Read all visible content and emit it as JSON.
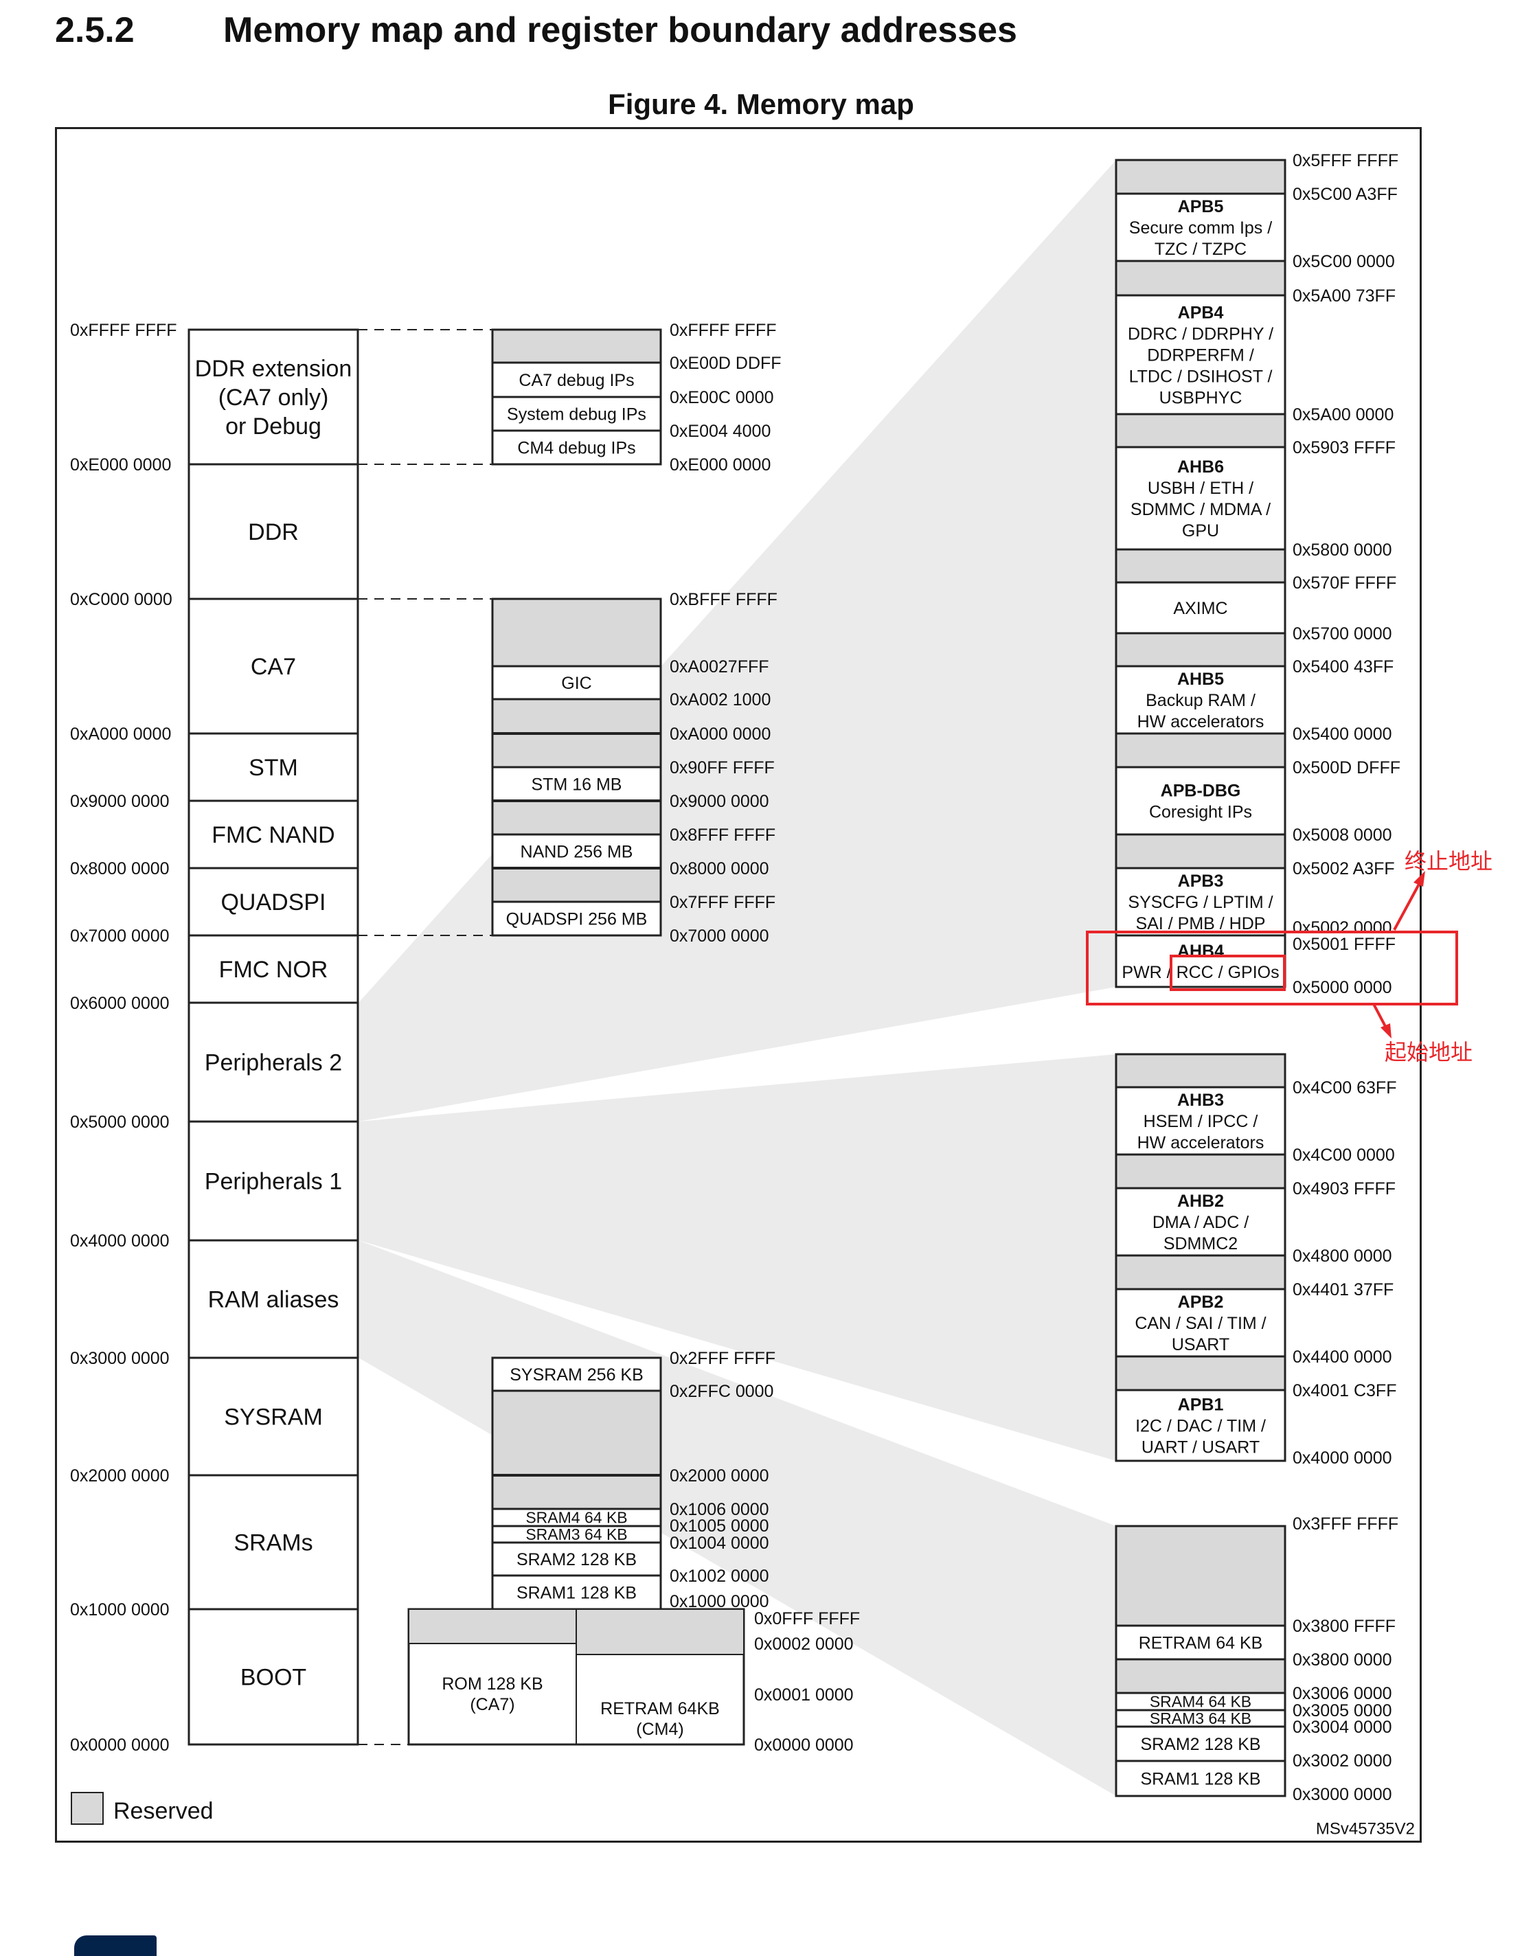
{
  "header": {
    "section_number": "2.5.2",
    "title": "Memory map and register boundary addresses"
  },
  "figure": {
    "caption": "Figure 4. Memory map",
    "ref": "MSv45735V2"
  },
  "legend": {
    "reserved_label": "Reserved"
  },
  "main_map": {
    "regions": [
      {
        "label": "DDR extension\n(CA7 only)\nor Debug"
      },
      {
        "label": "DDR"
      },
      {
        "label": "CA7"
      },
      {
        "label": "STM"
      },
      {
        "label": "FMC NAND"
      },
      {
        "label": "QUADSPI"
      },
      {
        "label": "FMC NOR"
      },
      {
        "label": "Peripherals 2"
      },
      {
        "label": "Peripherals 1"
      },
      {
        "label": "RAM aliases"
      },
      {
        "label": "SYSRAM"
      },
      {
        "label": "SRAMs"
      },
      {
        "label": "BOOT"
      }
    ],
    "addresses": [
      "0xFFFF FFFF",
      "0xE000 0000",
      "0xC000 0000",
      "0xA000 0000",
      "0x9000 0000",
      "0x8000 0000",
      "0x7000 0000",
      "0x6000 0000",
      "0x5000 0000",
      "0x4000 0000",
      "0x3000 0000",
      "0x2000 0000",
      "0x1000 0000",
      "0x0000 0000"
    ]
  },
  "debug_zoom": {
    "blocks": [
      "CA7 debug IPs",
      "System debug IPs",
      "CM4 debug IPs"
    ],
    "addresses": [
      "0xFFFF FFFF",
      "0xE00D DDFF",
      "0xE00C 0000",
      "0xE004 4000",
      "0xE000 0000"
    ]
  },
  "ca7_zoom": {
    "blocks": [
      "GIC",
      "STM 16 MB",
      "NAND 256 MB",
      "QUADSPI 256 MB"
    ],
    "addresses": [
      "0xBFFF FFFF",
      "0xA0027FFF",
      "0xA002 1000",
      "0xA000 0000",
      "0x90FF FFFF",
      "0x9000 0000",
      "0x8FFF FFFF",
      "0x8000 0000",
      "0x7FFF FFFF",
      "0x7000 0000"
    ]
  },
  "sram_zoom": {
    "blocks": [
      "SYSRAM 256 KB",
      "SRAM4 64 KB",
      "SRAM3 64 KB",
      "SRAM2 128 KB",
      "SRAM1 128 KB"
    ],
    "addresses": [
      "0x2FFF FFFF",
      "0x2FFC 0000",
      "0x2000 0000",
      "0x1006 0000",
      "0x1005 0000",
      "0x1004 0000",
      "0x1002 0000",
      "0x1000 0000"
    ]
  },
  "boot_zoom": {
    "blocks": [
      "ROM 128 KB\n(CA7)",
      "RETRAM 64KB\n(CM4)"
    ],
    "addresses": [
      "0x0FFF FFFF",
      "0x0002 0000",
      "0x0001 0000",
      "0x0000 0000"
    ]
  },
  "periph2_zoom": {
    "blocks": [
      {
        "title": "APB5",
        "text": "Secure comm Ips /\nTZC / TZPC"
      },
      {
        "title": "APB4",
        "text": "DDRC / DDRPHY /\nDDRPERFM /\nLTDC / DSIHOST /\nUSBPHYC"
      },
      {
        "title": "AHB6",
        "text": "USBH / ETH /\nSDMMC / MDMA /\nGPU"
      },
      {
        "title": "",
        "text": "AXIMC"
      },
      {
        "title": "AHB5",
        "text": "Backup RAM /\nHW accelerators"
      },
      {
        "title": "APB-DBG",
        "text": "Coresight IPs"
      },
      {
        "title": "APB3",
        "text": "SYSCFG / LPTIM /\nSAI / PMB / HDP"
      },
      {
        "title": "AHB4",
        "text": "PWR / RCC / GPIOs"
      }
    ],
    "addresses": [
      "0x5FFF FFFF",
      "0x5C00 A3FF",
      "0x5C00 0000",
      "0x5A00 73FF",
      "0x5A00 0000",
      "0x5903 FFFF",
      "0x5800 0000",
      "0x570F FFFF",
      "0x5700 0000",
      "0x5400 43FF",
      "0x5400 0000",
      "0x500D DFFF",
      "0x5008 0000",
      "0x5002 A3FF",
      "0x5002 0000",
      "0x5001 FFFF",
      "0x5000 0000"
    ]
  },
  "periph1_zoom": {
    "blocks": [
      {
        "title": "AHB3",
        "text": "HSEM / IPCC /\nHW accelerators"
      },
      {
        "title": "AHB2",
        "text": "DMA / ADC /\nSDMMC2"
      },
      {
        "title": "APB2",
        "text": "CAN / SAI / TIM /\nUSART"
      },
      {
        "title": "APB1",
        "text": "I2C / DAC / TIM /\nUART / USART"
      }
    ],
    "addresses": [
      "0x4C00 63FF",
      "0x4C00 0000",
      "0x4903 FFFF",
      "0x4800 0000",
      "0x4401 37FF",
      "0x4400 0000",
      "0x4001 C3FF",
      "0x4000 0000"
    ]
  },
  "ramalias_zoom": {
    "blocks": [
      "RETRAM 64 KB",
      "SRAM4 64 KB",
      "SRAM3 64 KB",
      "SRAM2 128 KB",
      "SRAM1 128 KB"
    ],
    "addresses": [
      "0x3FFF FFFF",
      "0x3800 FFFF",
      "0x3800 0000",
      "0x3006 0000",
      "0x3005 0000",
      "0x3004 0000",
      "0x3002 0000",
      "0x3000 0000"
    ]
  },
  "annotations": {
    "end_address": "终止地址",
    "start_address": "起始地址",
    "color": "#e8262a"
  },
  "colors": {
    "reserved": "#d9d9d9",
    "shadow": "#ebebeb",
    "line": "#222222"
  }
}
